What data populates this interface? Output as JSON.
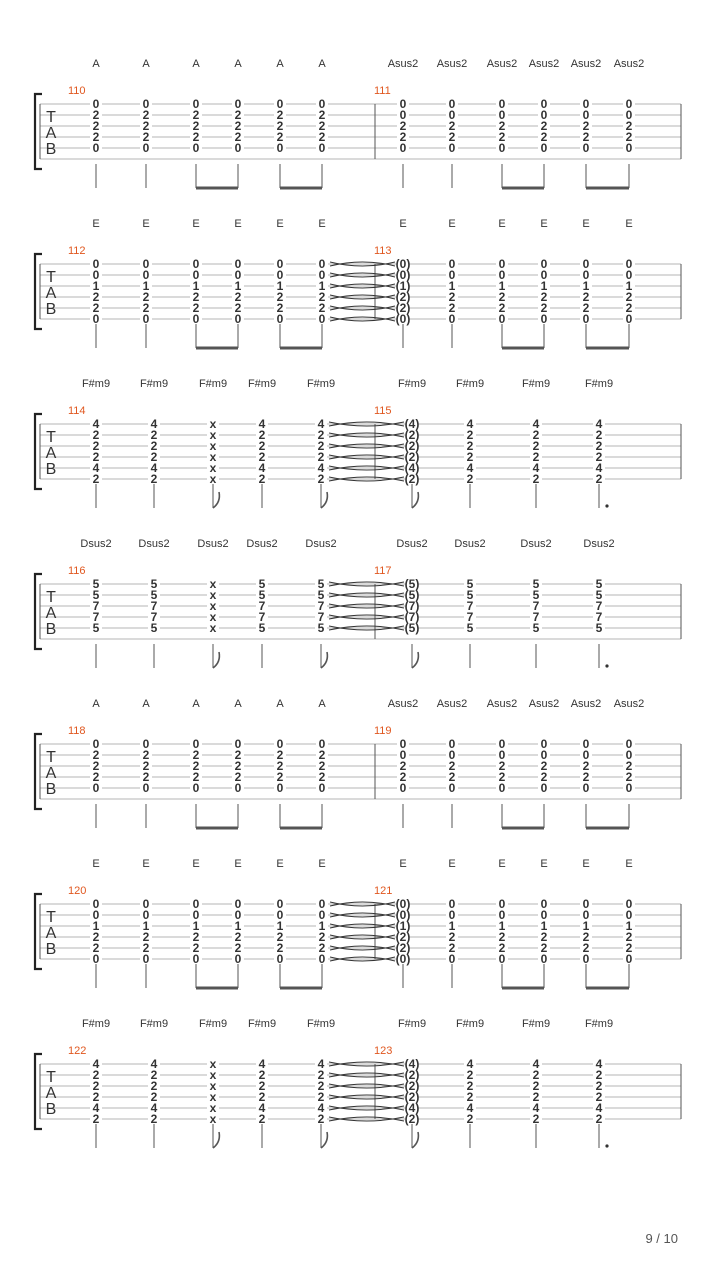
{
  "page": {
    "number_label": "9 / 10"
  },
  "tab_clef": [
    "T",
    "A",
    "B"
  ],
  "systems": [
    {
      "measures": [
        {
          "number": "110",
          "chords": [
            "A",
            "A",
            "A",
            "A",
            "A",
            "A"
          ],
          "beats": [
            {
              "frets": [
                "0",
                "2",
                "2",
                "2",
                "0"
              ],
              "stem": "plain"
            },
            {
              "frets": [
                "0",
                "2",
                "2",
                "2",
                "0"
              ],
              "stem": "plain"
            },
            {
              "frets": [
                "0",
                "2",
                "2",
                "2",
                "0"
              ],
              "stem": "beam-start"
            },
            {
              "frets": [
                "0",
                "2",
                "2",
                "2",
                "0"
              ],
              "stem": "beam-end"
            },
            {
              "frets": [
                "0",
                "2",
                "2",
                "2",
                "0"
              ],
              "stem": "beam-start"
            },
            {
              "frets": [
                "0",
                "2",
                "2",
                "2",
                "0"
              ],
              "stem": "beam-end"
            }
          ]
        },
        {
          "number": "111",
          "chords": [
            "Asus2",
            "Asus2",
            "Asus2",
            "Asus2",
            "Asus2",
            "Asus2"
          ],
          "beats": [
            {
              "frets": [
                "0",
                "0",
                "2",
                "2",
                "0"
              ],
              "stem": "plain"
            },
            {
              "frets": [
                "0",
                "0",
                "2",
                "2",
                "0"
              ],
              "stem": "plain"
            },
            {
              "frets": [
                "0",
                "0",
                "2",
                "2",
                "0"
              ],
              "stem": "beam-start"
            },
            {
              "frets": [
                "0",
                "0",
                "2",
                "2",
                "0"
              ],
              "stem": "beam-end"
            },
            {
              "frets": [
                "0",
                "0",
                "2",
                "2",
                "0"
              ],
              "stem": "beam-start"
            },
            {
              "frets": [
                "0",
                "0",
                "2",
                "2",
                "0"
              ],
              "stem": "beam-end"
            }
          ]
        }
      ]
    },
    {
      "measures": [
        {
          "number": "112",
          "chords": [
            "E",
            "E",
            "E",
            "E",
            "E",
            "E"
          ],
          "beats": [
            {
              "frets": [
                "0",
                "0",
                "1",
                "2",
                "2",
                "0"
              ],
              "stem": "plain"
            },
            {
              "frets": [
                "0",
                "0",
                "1",
                "2",
                "2",
                "0"
              ],
              "stem": "plain"
            },
            {
              "frets": [
                "0",
                "0",
                "1",
                "2",
                "2",
                "0"
              ],
              "stem": "beam-start"
            },
            {
              "frets": [
                "0",
                "0",
                "1",
                "2",
                "2",
                "0"
              ],
              "stem": "beam-end"
            },
            {
              "frets": [
                "0",
                "0",
                "1",
                "2",
                "2",
                "0"
              ],
              "stem": "beam-start"
            },
            {
              "frets": [
                "0",
                "0",
                "1",
                "2",
                "2",
                "0"
              ],
              "stem": "beam-end",
              "tie": true
            }
          ]
        },
        {
          "number": "113",
          "chords": [
            "E",
            "E",
            "E",
            "E",
            "E",
            "E"
          ],
          "beats": [
            {
              "frets": [
                "(0)",
                "(0)",
                "(1)",
                "(2)",
                "(2)",
                "(0)"
              ],
              "stem": "plain"
            },
            {
              "frets": [
                "0",
                "0",
                "1",
                "2",
                "2",
                "0"
              ],
              "stem": "plain"
            },
            {
              "frets": [
                "0",
                "0",
                "1",
                "2",
                "2",
                "0"
              ],
              "stem": "beam-start"
            },
            {
              "frets": [
                "0",
                "0",
                "1",
                "2",
                "2",
                "0"
              ],
              "stem": "beam-end"
            },
            {
              "frets": [
                "0",
                "0",
                "1",
                "2",
                "2",
                "0"
              ],
              "stem": "beam-start"
            },
            {
              "frets": [
                "0",
                "0",
                "1",
                "2",
                "2",
                "0"
              ],
              "stem": "beam-end"
            }
          ]
        }
      ]
    },
    {
      "measures": [
        {
          "number": "114",
          "chords": [
            "F#m9",
            "F#m9",
            "F#m9",
            "F#m9",
            "F#m9"
          ],
          "beats": [
            {
              "frets": [
                "4",
                "2",
                "2",
                "2",
                "4",
                "2"
              ],
              "stem": "plain"
            },
            {
              "frets": [
                "4",
                "2",
                "2",
                "2",
                "4",
                "2"
              ],
              "stem": "plain"
            },
            {
              "frets": [
                "x",
                "x",
                "x",
                "x",
                "x",
                "x"
              ],
              "stem": "flag"
            },
            {
              "frets": [
                "4",
                "2",
                "2",
                "2",
                "4",
                "2"
              ],
              "stem": "plain"
            },
            {
              "frets": [
                "4",
                "2",
                "2",
                "2",
                "4",
                "2"
              ],
              "stem": "flag",
              "tie": true
            }
          ]
        },
        {
          "number": "115",
          "chords": [
            "F#m9",
            "F#m9",
            "F#m9",
            "F#m9"
          ],
          "beats": [
            {
              "frets": [
                "(4)",
                "(2)",
                "(2)",
                "(2)",
                "(4)",
                "(2)"
              ],
              "stem": "flag"
            },
            {
              "frets": [
                "4",
                "2",
                "2",
                "2",
                "4",
                "2"
              ],
              "stem": "plain"
            },
            {
              "frets": [
                "4",
                "2",
                "2",
                "2",
                "4",
                "2"
              ],
              "stem": "plain"
            },
            {
              "frets": [
                "4",
                "2",
                "2",
                "2",
                "4",
                "2"
              ],
              "stem": "dotted"
            }
          ]
        }
      ]
    },
    {
      "measures": [
        {
          "number": "116",
          "chords": [
            "Dsus2",
            "Dsus2",
            "Dsus2",
            "Dsus2",
            "Dsus2"
          ],
          "beats": [
            {
              "frets": [
                "5",
                "5",
                "7",
                "7",
                "5"
              ],
              "stem": "plain"
            },
            {
              "frets": [
                "5",
                "5",
                "7",
                "7",
                "5"
              ],
              "stem": "plain"
            },
            {
              "frets": [
                "x",
                "x",
                "x",
                "x",
                "x"
              ],
              "stem": "flag"
            },
            {
              "frets": [
                "5",
                "5",
                "7",
                "7",
                "5"
              ],
              "stem": "plain"
            },
            {
              "frets": [
                "5",
                "5",
                "7",
                "7",
                "5"
              ],
              "stem": "flag",
              "tie": true
            }
          ]
        },
        {
          "number": "117",
          "chords": [
            "Dsus2",
            "Dsus2",
            "Dsus2",
            "Dsus2"
          ],
          "beats": [
            {
              "frets": [
                "(5)",
                "(5)",
                "(7)",
                "(7)",
                "(5)"
              ],
              "stem": "flag"
            },
            {
              "frets": [
                "5",
                "5",
                "7",
                "7",
                "5"
              ],
              "stem": "plain"
            },
            {
              "frets": [
                "5",
                "5",
                "7",
                "7",
                "5"
              ],
              "stem": "plain"
            },
            {
              "frets": [
                "5",
                "5",
                "7",
                "7",
                "5"
              ],
              "stem": "dotted"
            }
          ]
        }
      ]
    },
    {
      "measures": [
        {
          "number": "118",
          "chords": [
            "A",
            "A",
            "A",
            "A",
            "A",
            "A"
          ],
          "beats": [
            {
              "frets": [
                "0",
                "2",
                "2",
                "2",
                "0"
              ],
              "stem": "plain"
            },
            {
              "frets": [
                "0",
                "2",
                "2",
                "2",
                "0"
              ],
              "stem": "plain"
            },
            {
              "frets": [
                "0",
                "2",
                "2",
                "2",
                "0"
              ],
              "stem": "beam-start"
            },
            {
              "frets": [
                "0",
                "2",
                "2",
                "2",
                "0"
              ],
              "stem": "beam-end"
            },
            {
              "frets": [
                "0",
                "2",
                "2",
                "2",
                "0"
              ],
              "stem": "beam-start"
            },
            {
              "frets": [
                "0",
                "2",
                "2",
                "2",
                "0"
              ],
              "stem": "beam-end"
            }
          ]
        },
        {
          "number": "119",
          "chords": [
            "Asus2",
            "Asus2",
            "Asus2",
            "Asus2",
            "Asus2",
            "Asus2"
          ],
          "beats": [
            {
              "frets": [
                "0",
                "0",
                "2",
                "2",
                "0"
              ],
              "stem": "plain"
            },
            {
              "frets": [
                "0",
                "0",
                "2",
                "2",
                "0"
              ],
              "stem": "plain"
            },
            {
              "frets": [
                "0",
                "0",
                "2",
                "2",
                "0"
              ],
              "stem": "beam-start"
            },
            {
              "frets": [
                "0",
                "0",
                "2",
                "2",
                "0"
              ],
              "stem": "beam-end"
            },
            {
              "frets": [
                "0",
                "0",
                "2",
                "2",
                "0"
              ],
              "stem": "beam-start"
            },
            {
              "frets": [
                "0",
                "0",
                "2",
                "2",
                "0"
              ],
              "stem": "beam-end"
            }
          ]
        }
      ]
    },
    {
      "measures": [
        {
          "number": "120",
          "chords": [
            "E",
            "E",
            "E",
            "E",
            "E",
            "E"
          ],
          "beats": [
            {
              "frets": [
                "0",
                "0",
                "1",
                "2",
                "2",
                "0"
              ],
              "stem": "plain"
            },
            {
              "frets": [
                "0",
                "0",
                "1",
                "2",
                "2",
                "0"
              ],
              "stem": "plain"
            },
            {
              "frets": [
                "0",
                "0",
                "1",
                "2",
                "2",
                "0"
              ],
              "stem": "beam-start"
            },
            {
              "frets": [
                "0",
                "0",
                "1",
                "2",
                "2",
                "0"
              ],
              "stem": "beam-end"
            },
            {
              "frets": [
                "0",
                "0",
                "1",
                "2",
                "2",
                "0"
              ],
              "stem": "beam-start"
            },
            {
              "frets": [
                "0",
                "0",
                "1",
                "2",
                "2",
                "0"
              ],
              "stem": "beam-end",
              "tie": true
            }
          ]
        },
        {
          "number": "121",
          "chords": [
            "E",
            "E",
            "E",
            "E",
            "E",
            "E"
          ],
          "beats": [
            {
              "frets": [
                "(0)",
                "(0)",
                "(1)",
                "(2)",
                "(2)",
                "(0)"
              ],
              "stem": "plain"
            },
            {
              "frets": [
                "0",
                "0",
                "1",
                "2",
                "2",
                "0"
              ],
              "stem": "plain"
            },
            {
              "frets": [
                "0",
                "0",
                "1",
                "2",
                "2",
                "0"
              ],
              "stem": "beam-start"
            },
            {
              "frets": [
                "0",
                "0",
                "1",
                "2",
                "2",
                "0"
              ],
              "stem": "beam-end"
            },
            {
              "frets": [
                "0",
                "0",
                "1",
                "2",
                "2",
                "0"
              ],
              "stem": "beam-start"
            },
            {
              "frets": [
                "0",
                "0",
                "1",
                "2",
                "2",
                "0"
              ],
              "stem": "beam-end"
            }
          ]
        }
      ]
    },
    {
      "measures": [
        {
          "number": "122",
          "chords": [
            "F#m9",
            "F#m9",
            "F#m9",
            "F#m9",
            "F#m9"
          ],
          "beats": [
            {
              "frets": [
                "4",
                "2",
                "2",
                "2",
                "4",
                "2"
              ],
              "stem": "plain"
            },
            {
              "frets": [
                "4",
                "2",
                "2",
                "2",
                "4",
                "2"
              ],
              "stem": "plain"
            },
            {
              "frets": [
                "x",
                "x",
                "x",
                "x",
                "x",
                "x"
              ],
              "stem": "flag"
            },
            {
              "frets": [
                "4",
                "2",
                "2",
                "2",
                "4",
                "2"
              ],
              "stem": "plain"
            },
            {
              "frets": [
                "4",
                "2",
                "2",
                "2",
                "4",
                "2"
              ],
              "stem": "flag",
              "tie": true
            }
          ]
        },
        {
          "number": "123",
          "chords": [
            "F#m9",
            "F#m9",
            "F#m9",
            "F#m9"
          ],
          "beats": [
            {
              "frets": [
                "(4)",
                "(2)",
                "(2)",
                "(2)",
                "(4)",
                "(2)"
              ],
              "stem": "flag"
            },
            {
              "frets": [
                "4",
                "2",
                "2",
                "2",
                "4",
                "2"
              ],
              "stem": "plain"
            },
            {
              "frets": [
                "4",
                "2",
                "2",
                "2",
                "4",
                "2"
              ],
              "stem": "plain"
            },
            {
              "frets": [
                "4",
                "2",
                "2",
                "2",
                "4",
                "2"
              ],
              "stem": "dotted"
            }
          ]
        }
      ]
    }
  ]
}
